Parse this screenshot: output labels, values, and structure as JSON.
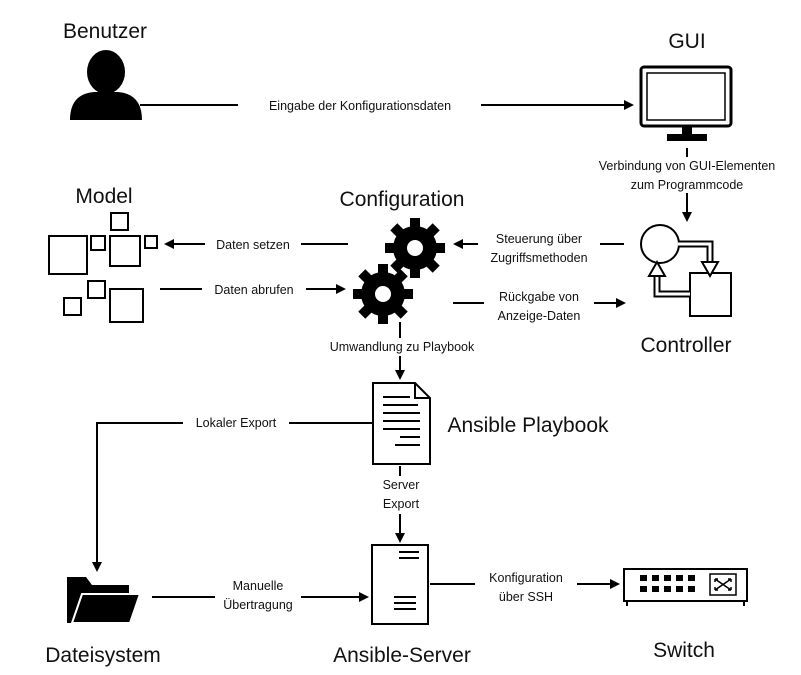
{
  "nodes": {
    "benutzer": "Benutzer",
    "gui": "GUI",
    "model": "Model",
    "configuration": "Configuration",
    "controller": "Controller",
    "playbook": "Ansible Playbook",
    "dateisystem": "Dateisystem",
    "server": "Ansible-Server",
    "switch": "Switch"
  },
  "edges": {
    "eingabe": "Eingabe der Konfigurationsdaten",
    "verbindung_1": "Verbindung von GUI-Elementen",
    "verbindung_2": "zum Programmcode",
    "steuerung_1": "Steuerung über",
    "steuerung_2": "Zugriffsmethoden",
    "rueckgabe_1": "Rückgabe von",
    "rueckgabe_2": "Anzeige-Daten",
    "daten_setzen": "Daten setzen",
    "daten_abrufen": "Daten abrufen",
    "umwandlung": "Umwandlung zu Playbook",
    "lokal": "Lokaler Export",
    "server_export_1": "Server",
    "server_export_2": "Export",
    "manuell_1": "Manuelle",
    "manuell_2": "Übertragung",
    "ssh_1": "Konfiguration",
    "ssh_2": "über SSH"
  },
  "icons": [
    "user-icon",
    "monitor-icon",
    "model-blocks-icon",
    "gear-icon",
    "controller-cycle-icon",
    "document-icon",
    "folder-icon",
    "server-icon",
    "network-switch-icon"
  ]
}
